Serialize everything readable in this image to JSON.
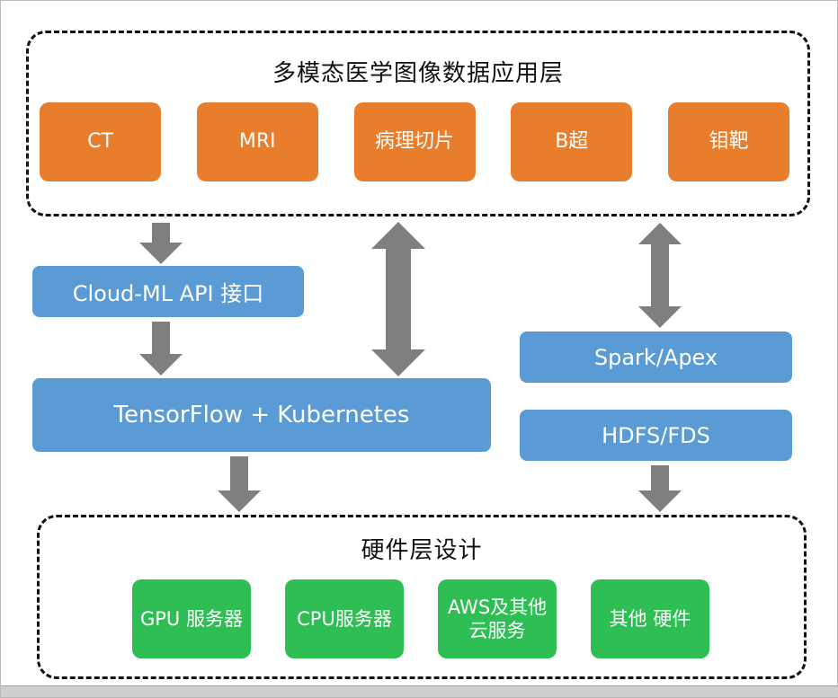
{
  "app_layer": {
    "title": "多模态医学图像数据应用层",
    "items": [
      {
        "label": "CT"
      },
      {
        "label": "MRI"
      },
      {
        "label": "病理切片"
      },
      {
        "label": "B超"
      },
      {
        "label": "钼靶"
      }
    ]
  },
  "middle": {
    "cloud_ml_api": "Cloud-ML API 接口",
    "tensorflow": "TensorFlow + Kubernetes",
    "spark": "Spark/Apex",
    "hdfs": "HDFS/FDS"
  },
  "hardware_layer": {
    "title": "硬件层设计",
    "items": [
      {
        "label": "GPU 服务器"
      },
      {
        "label": "CPU服务器"
      },
      {
        "label": "AWS及其他云服务"
      },
      {
        "label": "其他 硬件"
      }
    ]
  },
  "colors": {
    "orange": "#E87D2B",
    "blue": "#5B9BD5",
    "green": "#2EBE54",
    "gray": "#7F7F7F"
  }
}
